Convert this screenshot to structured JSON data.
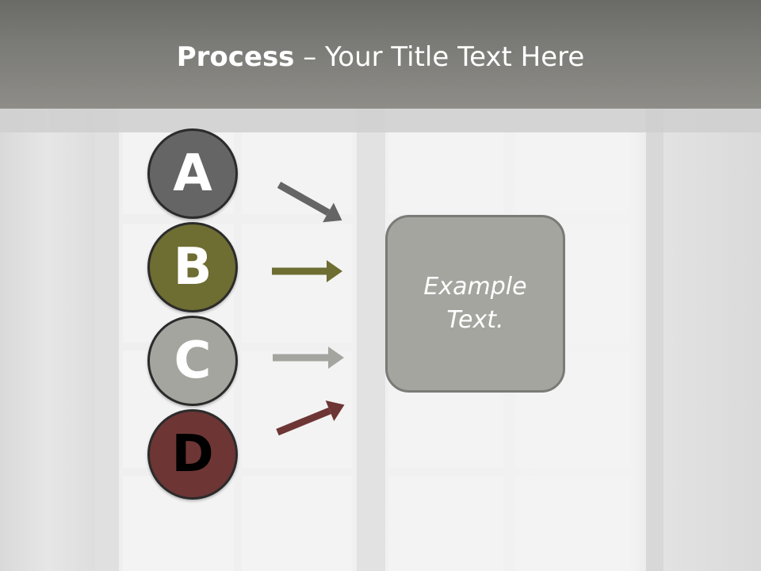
{
  "slide": {
    "title_bold": "Process",
    "title_rest": " – Your Title Text Here"
  },
  "steps": [
    {
      "letter": "A",
      "fill": "#656565",
      "text_color": "#ffffff",
      "arrow_color": "#656565"
    },
    {
      "letter": "B",
      "fill": "#6e6d32",
      "text_color": "#ffffff",
      "arrow_color": "#6e6d32"
    },
    {
      "letter": "C",
      "fill": "#a5a5a0",
      "text_color": "#ffffff",
      "arrow_color": "#a5a5a0"
    },
    {
      "letter": "D",
      "fill": "#6e3535",
      "text_color": "#000000",
      "arrow_color": "#6e3535"
    }
  ],
  "target": {
    "text": "Example Text.",
    "fill": "#a5a5a0"
  }
}
